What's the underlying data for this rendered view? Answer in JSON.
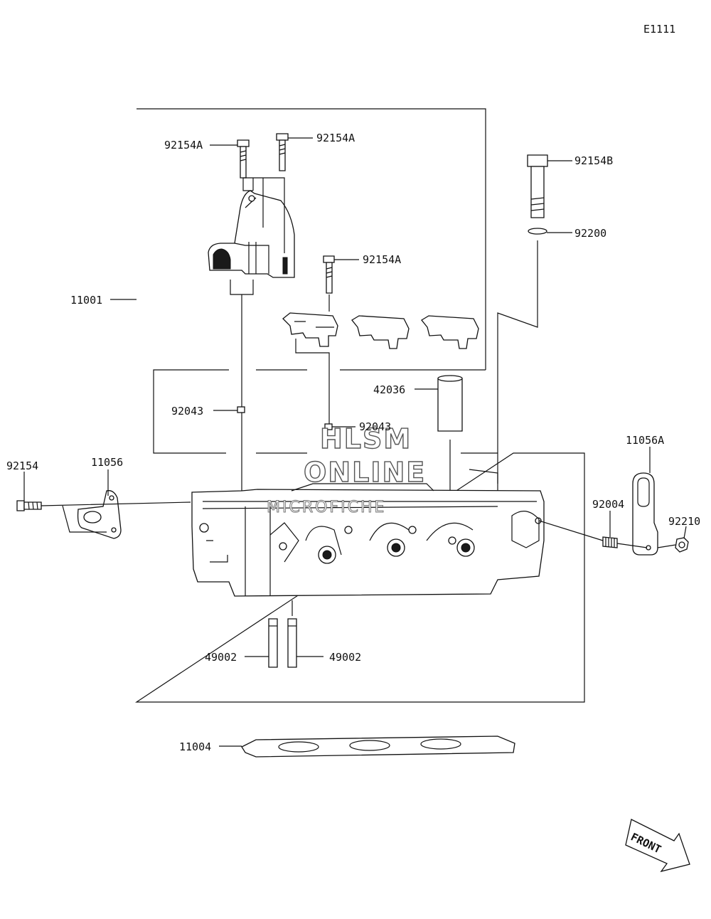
{
  "diagram_code": "E1111",
  "watermark": {
    "line1": "HLSM",
    "line2": "ONLINE",
    "line3": "MICROFICHE"
  },
  "front_label": "FRONT",
  "labels": {
    "p92154A_left": "92154A",
    "p92154A_top": "92154A",
    "p92154A_mid": "92154A",
    "p92154B": "92154B",
    "p92200": "92200",
    "p11001": "11001",
    "p42036": "42036",
    "p92043_left": "92043",
    "p92043_right": "92043",
    "p92154": "92154",
    "p11056": "11056",
    "p11056A": "11056A",
    "p92004": "92004",
    "p92210": "92210",
    "p49002_left": "49002",
    "p49002_right": "49002",
    "p11004": "11004"
  }
}
